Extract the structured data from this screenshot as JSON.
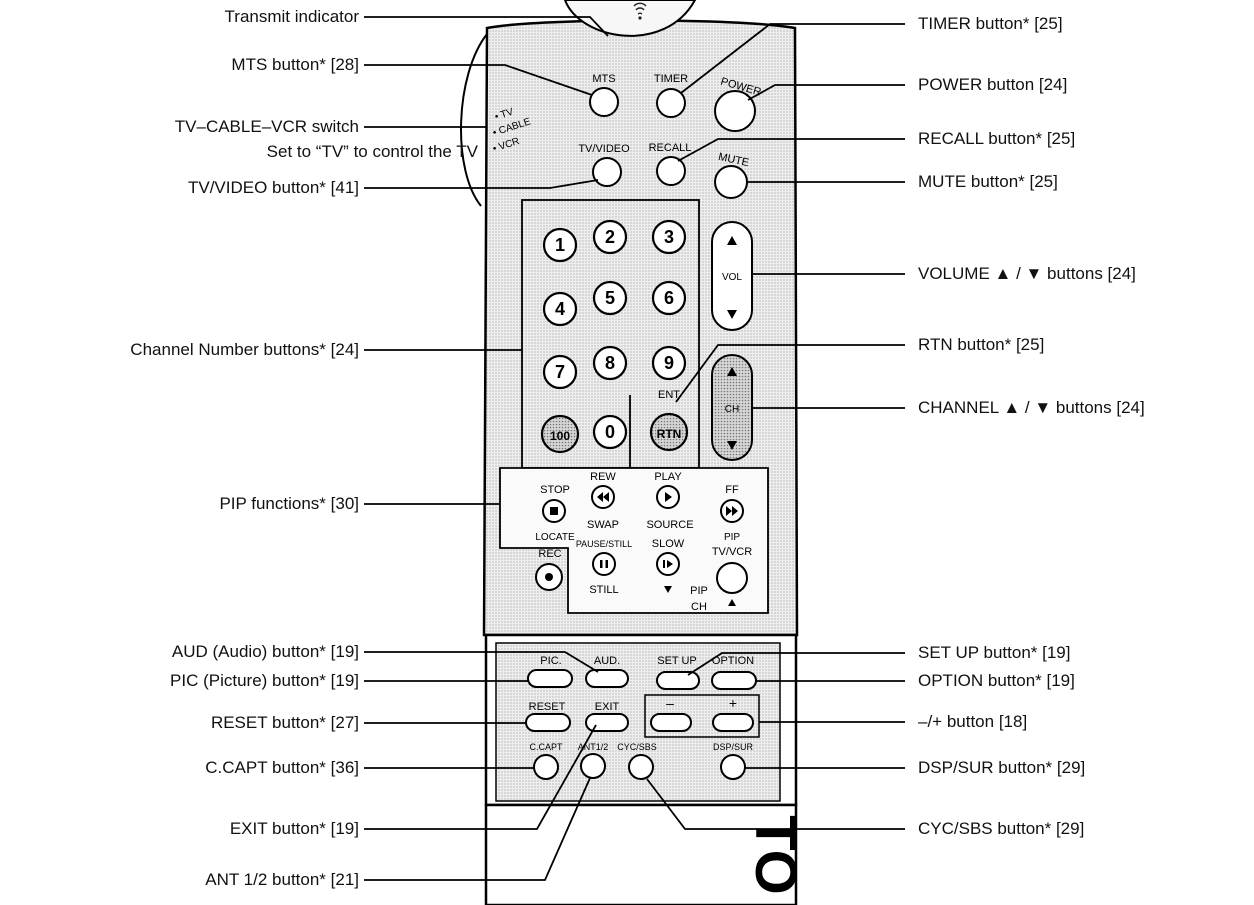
{
  "callouts_left": [
    {
      "id": "transmit-indicator",
      "text": "Transmit indicator"
    },
    {
      "id": "mts",
      "text": "MTS button* [28]"
    },
    {
      "id": "tv-cable-vcr",
      "text": "TV–CABLE–VCR switch"
    },
    {
      "id": "tv-cable-vcr-note",
      "text": "Set to “TV” to control the TV"
    },
    {
      "id": "tv-video",
      "text": "TV/VIDEO button* [41]"
    },
    {
      "id": "channel-number",
      "text": "Channel Number buttons* [24]"
    },
    {
      "id": "pip-functions",
      "text": "PIP functions* [30]"
    },
    {
      "id": "aud",
      "text": "AUD (Audio) button* [19]"
    },
    {
      "id": "pic",
      "text": "PIC (Picture) button* [19]"
    },
    {
      "id": "reset",
      "text": "RESET button* [27]"
    },
    {
      "id": "c-capt",
      "text": "C.CAPT button* [36]"
    },
    {
      "id": "exit",
      "text": "EXIT button* [19]"
    },
    {
      "id": "ant",
      "text": "ANT 1/2 button* [21]"
    }
  ],
  "callouts_right": [
    {
      "id": "timer",
      "text": "TIMER button* [25]"
    },
    {
      "id": "power",
      "text": "POWER button [24]"
    },
    {
      "id": "recall",
      "text": "RECALL button* [25]"
    },
    {
      "id": "mute",
      "text": "MUTE button* [25]"
    },
    {
      "id": "volume",
      "text": "VOLUME ▲ / ▼ buttons [24]"
    },
    {
      "id": "rtn",
      "text": "RTN button* [25]"
    },
    {
      "id": "channel",
      "text": "CHANNEL ▲ / ▼ buttons [24]"
    },
    {
      "id": "set-up",
      "text": "SET UP button* [19]"
    },
    {
      "id": "option",
      "text": "OPTION button* [19]"
    },
    {
      "id": "plus-minus",
      "text": "–/+ button [18]"
    },
    {
      "id": "dsp-sur",
      "text": "DSP/SUR button* [29]"
    },
    {
      "id": "cyc-sbs",
      "text": "CYC/SBS button* [29]"
    }
  ],
  "remote": {
    "switch_labels": [
      "TV",
      "CABLE",
      "VCR"
    ],
    "top_labels": {
      "mts": "MTS",
      "timer": "TIMER",
      "power": "POWER",
      "tvvideo": "TV/VIDEO",
      "recall": "RECALL",
      "mute": "MUTE"
    },
    "digits": [
      "1",
      "2",
      "3",
      "4",
      "5",
      "6",
      "7",
      "8",
      "9",
      "100",
      "0",
      "RTN"
    ],
    "ent_label": "ENT",
    "vol_label": "VOL",
    "ch_label": "CH",
    "pip_labels": {
      "stop": "STOP",
      "rew": "REW",
      "play": "PLAY",
      "ff": "FF",
      "swap": "SWAP",
      "source": "SOURCE",
      "locate": "LOCATE",
      "pause_still": "PAUSE/STILL",
      "slow": "SLOW",
      "pip": "PIP",
      "rec": "REC",
      "tv_vcr": "TV/VCR",
      "still": "STILL",
      "pip_ch_top": "PIP",
      "pip_ch_bottom": "CH"
    },
    "menu_labels": {
      "pic": "PIC.",
      "aud": "AUD.",
      "set_up": "SET UP",
      "option": "OPTION",
      "reset": "RESET",
      "exit": "EXIT",
      "minus": "–",
      "plus": "+",
      "c_capt": "C.CAPT",
      "ant": "ANT1/2",
      "cyc_sbs": "CYC/SBS",
      "dsp_sur": "DSP/SUR"
    },
    "brand_fragment": "TO"
  }
}
